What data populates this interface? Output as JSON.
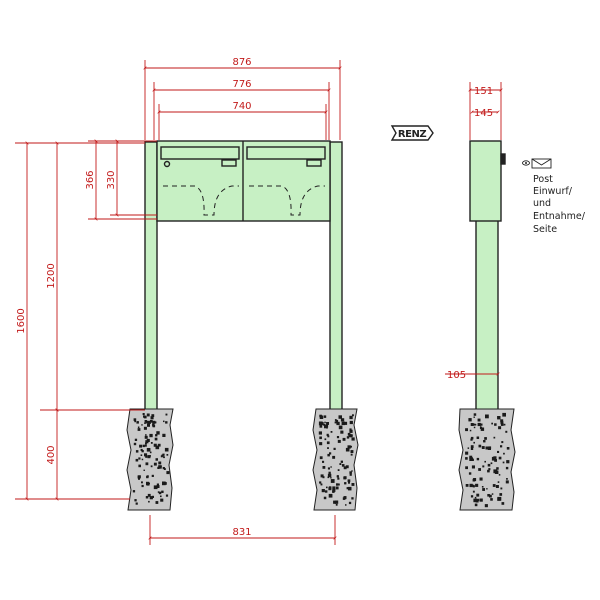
{
  "dimensions": {
    "overall_width": "876",
    "outer_width": "776",
    "inner_width": "740",
    "post_spacing": "831",
    "box_height_outer": "366",
    "box_height_inner": "330",
    "post_above_foundation": "1200",
    "total_height": "1600",
    "foundation_depth": "400",
    "side_depth_outer": "151",
    "side_depth_inner": "145",
    "post_width": "105"
  },
  "brand_logo": "RENZ",
  "side_note": [
    "Post",
    "Einwurf/",
    "und",
    "Entnahme/",
    "Seite"
  ],
  "colors": {
    "dimension": "#c21a1a",
    "body": "#c7f0c4",
    "concrete": "#c8c8c8"
  }
}
